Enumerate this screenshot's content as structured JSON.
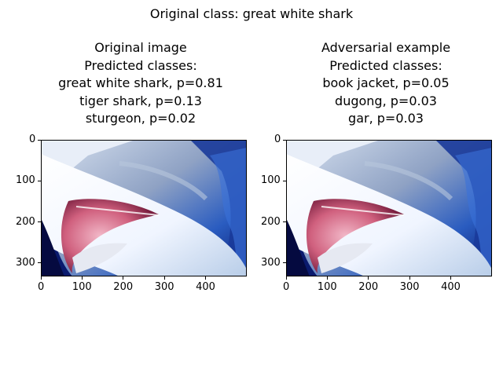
{
  "figure": {
    "suptitle": "Original class: great white shark"
  },
  "panels": [
    {
      "heading": "Original image",
      "subheading": "Predicted classes:",
      "predictions": [
        "great white shark, p=0.81",
        "tiger shark, p=0.13",
        "sturgeon, p=0.02"
      ]
    },
    {
      "heading": "Adversarial example",
      "subheading": "Predicted classes:",
      "predictions": [
        "book jacket, p=0.05",
        "dugong, p=0.03",
        "gar, p=0.03"
      ]
    }
  ],
  "axes": {
    "x_ticks": [
      "0",
      "100",
      "200",
      "300",
      "400"
    ],
    "y_ticks": [
      "0",
      "100",
      "200",
      "300"
    ],
    "x_tick_values": [
      0,
      100,
      200,
      300,
      400
    ],
    "y_tick_values": [
      0,
      100,
      200,
      300
    ],
    "x_range": [
      0,
      500
    ],
    "y_range": [
      0,
      333
    ]
  },
  "colors": {
    "deep_water": "#0a1a6e",
    "mid_water": "#2a5cc0",
    "shark_white": "#f4f8ff",
    "mouth_pink": "#d0607e"
  }
}
